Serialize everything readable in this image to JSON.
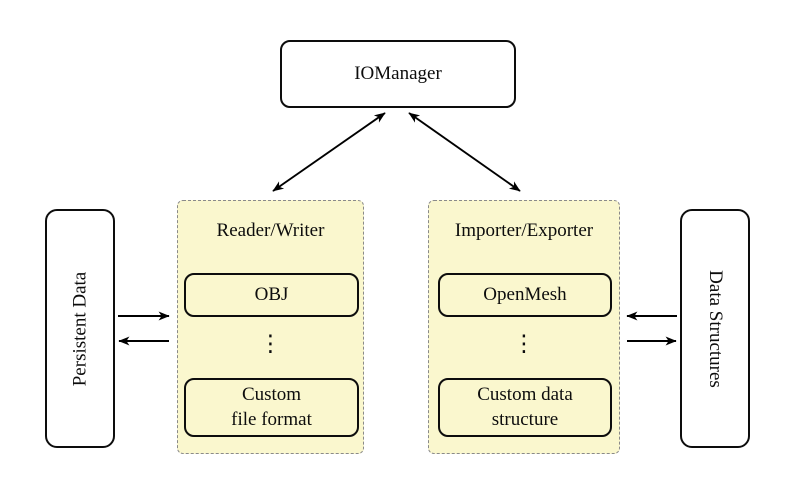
{
  "colors": {
    "background": "#ffffff",
    "group_fill": "#faf7ce",
    "group_dash_border": "#8a8a8a",
    "node_border": "#0d0d0d",
    "arrow": "#000000"
  },
  "io_manager": {
    "label": "IOManager"
  },
  "panels": {
    "left": {
      "label": "Persistent Data"
    },
    "right": {
      "label": "Data Structures"
    }
  },
  "groups": {
    "reader_writer": {
      "label": "Reader/Writer",
      "top_item": "OBJ",
      "dots": "⋮",
      "bottom_item_line1": "Custom",
      "bottom_item_line2": "file format"
    },
    "importer_exporter": {
      "label": "Importer/Exporter",
      "top_item": "OpenMesh",
      "dots": "⋮",
      "bottom_item_line1": "Custom data",
      "bottom_item_line2": "structure"
    }
  }
}
